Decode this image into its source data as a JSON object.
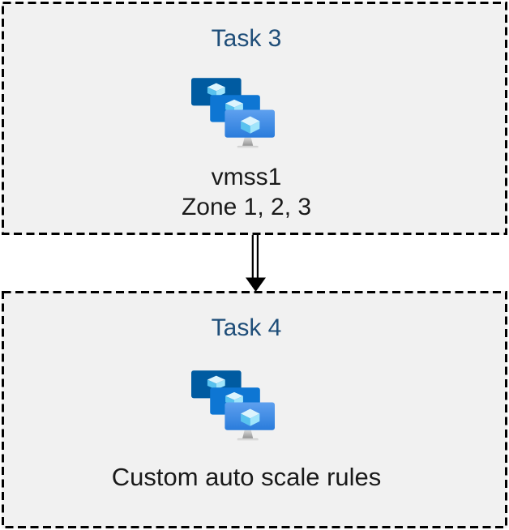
{
  "diagram": {
    "boxes": [
      {
        "title": "Task 3",
        "icon": "vmss-icon",
        "lines": [
          "vmss1",
          "Zone 1, 2, 3"
        ]
      },
      {
        "title": "Task 4",
        "icon": "vmss-icon",
        "lines": [
          "Custom auto scale rules"
        ]
      }
    ],
    "connector": {
      "shape": "double-line-arrow",
      "direction": "down"
    },
    "colors": {
      "title": "#1f4e79",
      "text": "#1a1a1a",
      "box_background": "#f1f1f1",
      "border": "#000000",
      "icon_back_screen": "#005ba1",
      "icon_middle_screen": "#0e76d3",
      "icon_front_screen_top": "#5ea0ef",
      "icon_front_screen_bottom": "#2a7cdb",
      "icon_cube_top": "#dcf4fd",
      "icon_cube_left": "#58c2ef",
      "icon_cube_right": "#a0e5fb"
    }
  }
}
